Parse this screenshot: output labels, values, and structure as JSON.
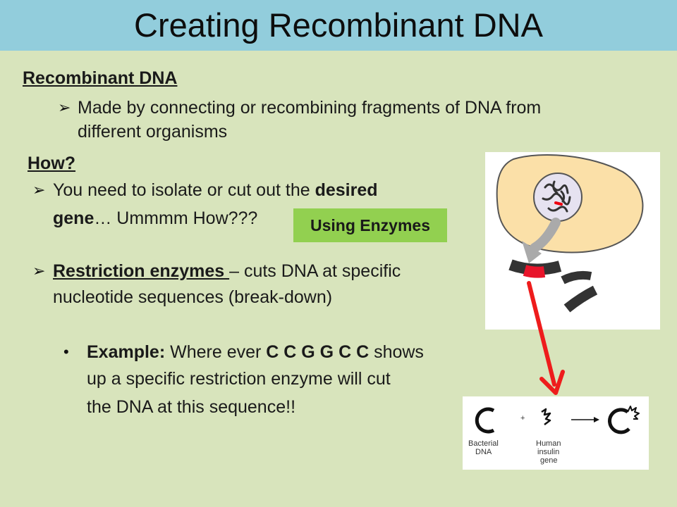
{
  "slide": {
    "title": "Creating Recombinant DNA",
    "section1": {
      "heading": "Recombinant DNA",
      "bullet_line1": "Made by connecting or recombining fragments of DNA from",
      "bullet_line2": "different organisms"
    },
    "section2": {
      "heading": "How?",
      "bullet1_pre": "You need to isolate or cut out the ",
      "bullet1_bold": "desired",
      "bullet1_line2_bold": "gene",
      "bullet1_line2_rest": "… Ummmm How???",
      "badge": "Using Enzymes",
      "bullet2_term": "Restriction enzymes ",
      "bullet2_rest": "– cuts DNA at specific",
      "bullet2_line2": "nucleotide sequences (break-down)"
    },
    "example": {
      "label": "Example:",
      "pre": " Where ever ",
      "sequence": "C C G G C C",
      "post": " shows",
      "line2": "up a specific restriction enzyme will cut",
      "line3": "the DNA at this sequence!!"
    },
    "diagram": {
      "plus": "+",
      "bacterial_line1": "Bacterial",
      "bacterial_line2": "DNA",
      "human_line1": "Human",
      "human_line2": "insulin",
      "human_line3": "gene"
    },
    "colors": {
      "background": "#d8e4bc",
      "title_bar": "#92cddc",
      "badge": "#92d050",
      "arrow": "#ee1c1c"
    }
  }
}
